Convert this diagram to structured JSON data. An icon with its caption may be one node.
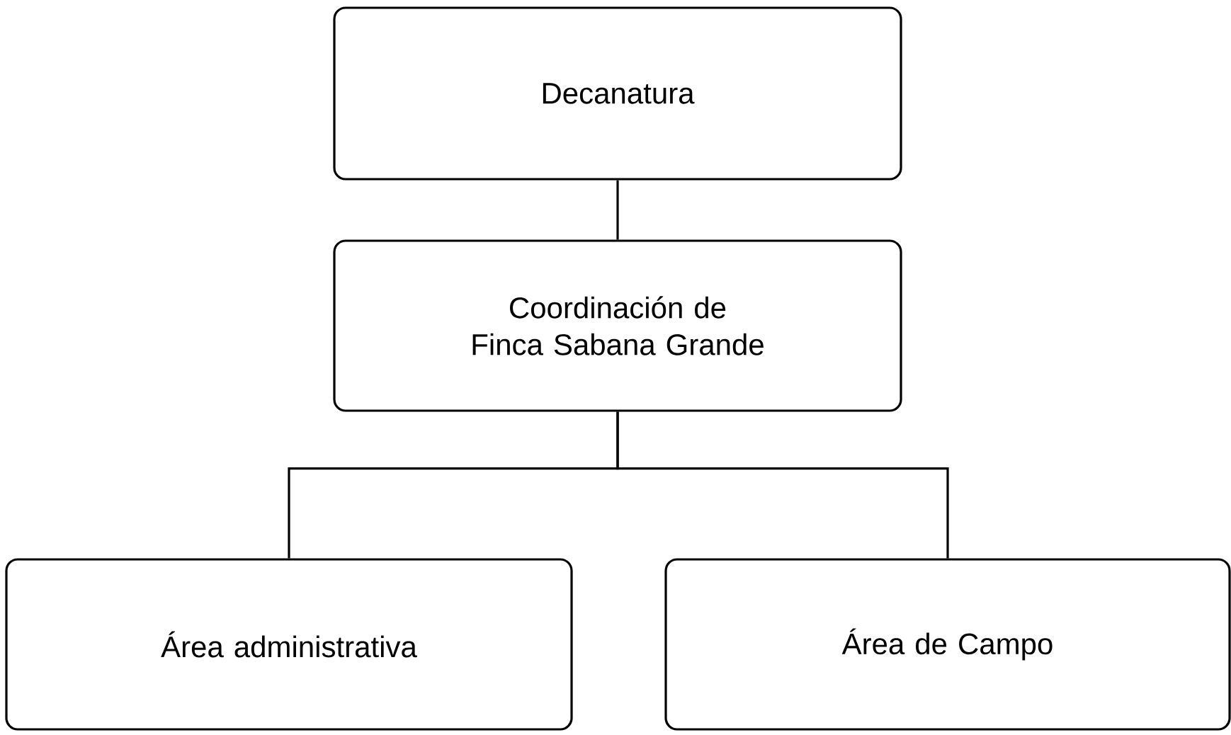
{
  "diagram": {
    "nodes": [
      {
        "text": [
          "Decanatura"
        ]
      },
      {
        "text": [
          "Coordinación de Finca Sabana Grande"
        ]
      },
      {
        "text": [
          "Área administrativa"
        ]
      },
      {
        "text": [
          "Área de Campo"
        ]
      }
    ],
    "edges": [
      {
        "from": 0,
        "to": 1,
        "arrow": "none"
      },
      {
        "from": 1,
        "to": 2,
        "arrow": "none"
      },
      {
        "from": 1,
        "to": 3,
        "arrow": "none"
      }
    ]
  }
}
